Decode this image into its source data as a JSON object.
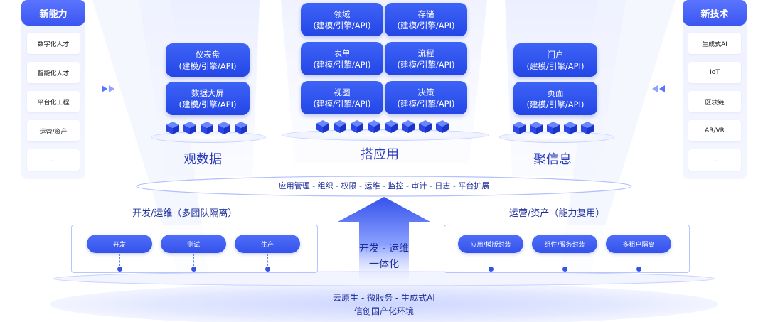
{
  "left_panel": {
    "title": "新能力",
    "items": [
      "数字化人才",
      "智能化人才",
      "平台化工程",
      "运营/资产",
      "..."
    ]
  },
  "right_panel": {
    "title": "新技术",
    "items": [
      "生成式AI",
      "IoT",
      "区块链",
      "AR/VR",
      "..."
    ]
  },
  "left_group": {
    "title": "观数据",
    "cards": [
      {
        "name": "仪表盘",
        "sub": "(建模/引擎/API)"
      },
      {
        "name": "数据大屏",
        "sub": "(建模/引擎/API)"
      }
    ]
  },
  "center_group": {
    "title": "搭应用",
    "cards": [
      {
        "name": "领域",
        "sub": "(建模/引擎/API)"
      },
      {
        "name": "存储",
        "sub": "(建模/引擎/API)"
      },
      {
        "name": "表单",
        "sub": "(建模/引擎/API)"
      },
      {
        "name": "流程",
        "sub": "(建模/引擎/API)"
      },
      {
        "name": "视图",
        "sub": "(建模/引擎/API)"
      },
      {
        "name": "决策",
        "sub": "(建模/引擎/API)"
      }
    ]
  },
  "right_group": {
    "title": "聚信息",
    "cards": [
      {
        "name": "门户",
        "sub": "(建模/引擎/API)"
      },
      {
        "name": "页面",
        "sub": "(建模/引擎/API)"
      }
    ]
  },
  "mgmt_bar": "应用管理 - 组织 - 权限 - 运维 - 监控 - 审计 - 日志 - 平台扩展",
  "dev_section": {
    "title": "开发/运维（多团队隔离）",
    "pills": [
      "开发",
      "测试",
      "生产"
    ]
  },
  "ops_section": {
    "title": "运营/资产（能力复用）",
    "pills": [
      "应用/模版封装",
      "组件/服务封装",
      "多租户隔离"
    ]
  },
  "center_arrow": {
    "line1": "开发 - 运维",
    "line2": "一体化"
  },
  "base": {
    "line1": "云原生 - 微服务 - 生成式AI",
    "line2": "信创国产化环境"
  },
  "colors": {
    "primary": "#2a46e6",
    "accent": "#5a74ff",
    "text": "#2a3bb8"
  }
}
